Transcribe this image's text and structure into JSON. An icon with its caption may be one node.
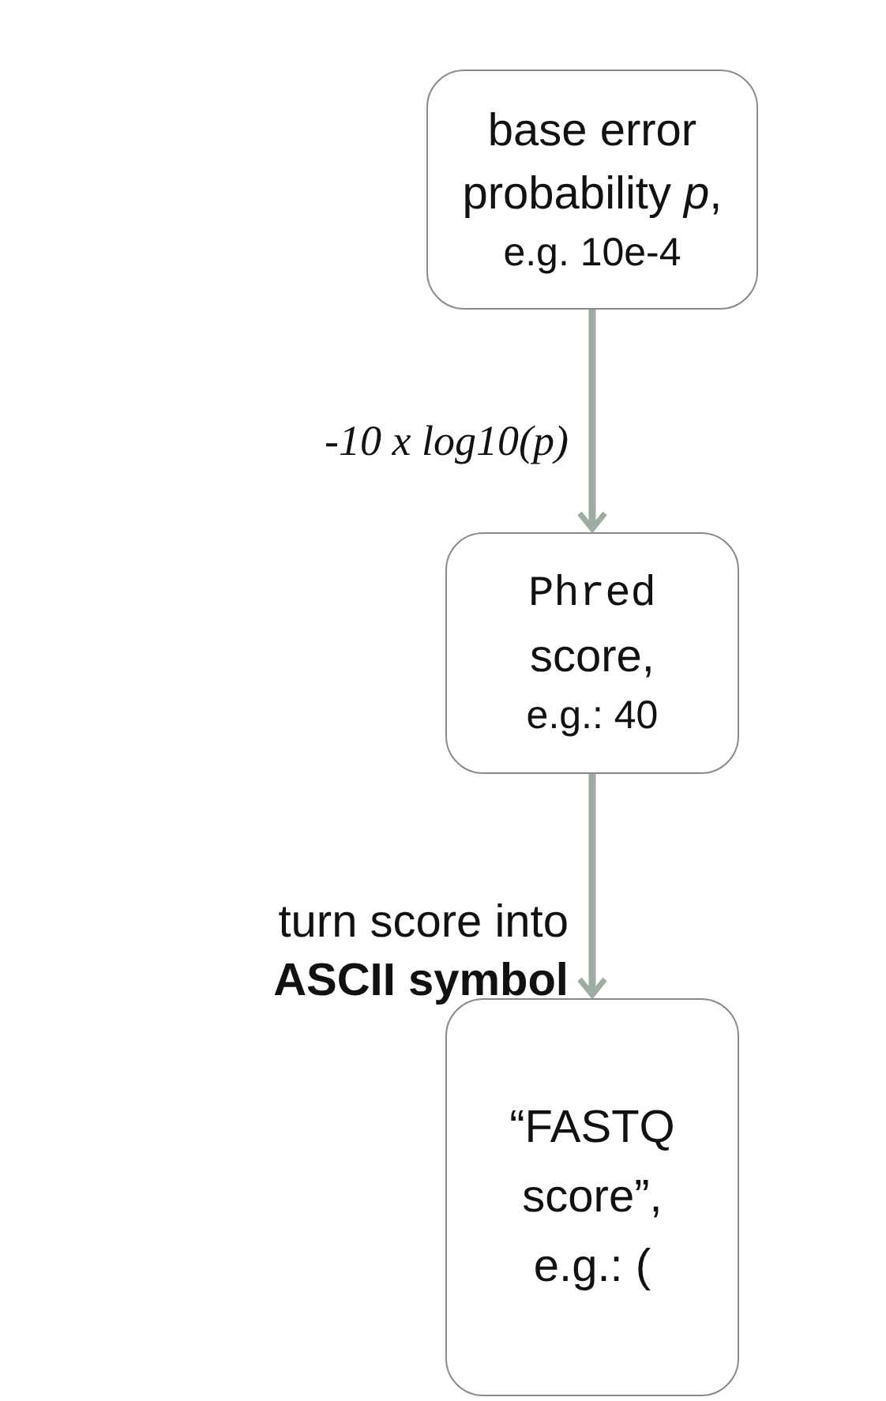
{
  "diagram": {
    "nodes": [
      {
        "text": [
          "base error probability *p*,",
          "e.g. 10e-4"
        ]
      },
      {
        "text": [
          "Phred",
          "score,",
          "e.g.: 40"
        ]
      },
      {
        "text": [
          "“FASTQ score”,",
          "e.g.: ("
        ]
      }
    ],
    "edges": [
      {
        "from": 0,
        "to": 1,
        "arrow": "to",
        "label": "-10 x log10(p)"
      },
      {
        "from": 1,
        "to": 2,
        "arrow": "to",
        "label": "turn score into **ASCII symbol**"
      }
    ]
  }
}
